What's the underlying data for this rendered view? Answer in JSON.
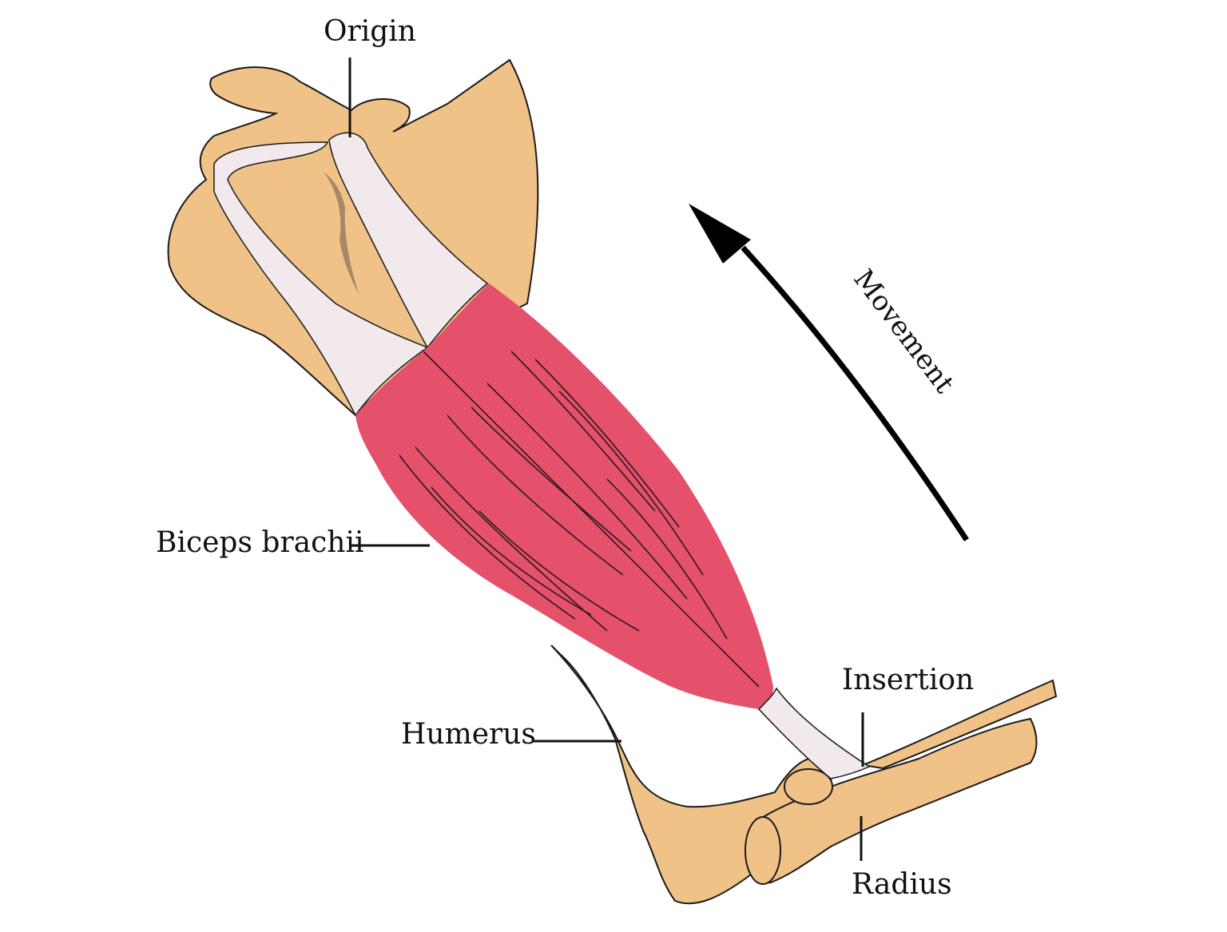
{
  "labels": {
    "origin": "Origin",
    "biceps": "Biceps brachii",
    "humerus": "Humerus",
    "insertion": "Insertion",
    "radius": "Radius",
    "movement": "Movement"
  },
  "colors": {
    "bone": "#F0C287",
    "muscle": "#E5506A",
    "tendon": "#F1E9EB",
    "outline": "#1a1a1a",
    "leader": "#111111",
    "arrow": "#000000",
    "background": "#FFFFFF"
  }
}
